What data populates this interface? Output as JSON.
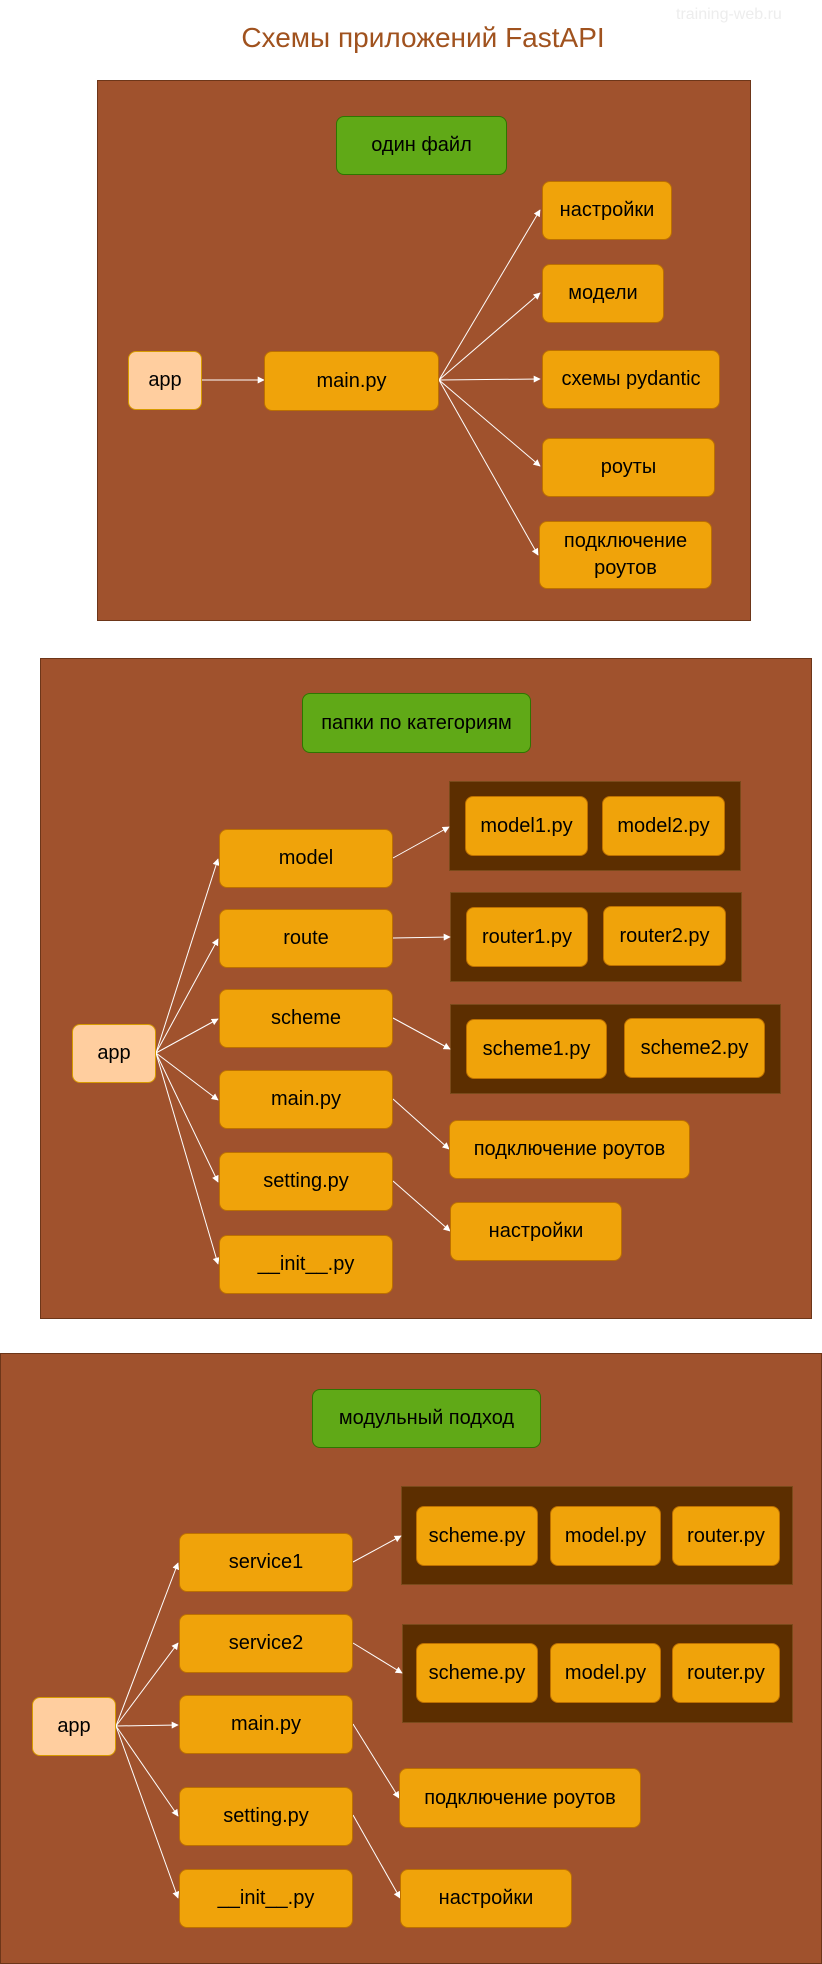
{
  "title": "Схемы приложений FastAPI",
  "watermark": "training-web.ru",
  "diagram1": {
    "header": "один файл",
    "app": "app",
    "main": "main.py",
    "items": [
      "настройки",
      "модели",
      "схемы pydantic",
      "роуты",
      "подключение роутов"
    ]
  },
  "diagram2": {
    "header": "папки по категориям",
    "app": "app",
    "folders": [
      "model",
      "route",
      "scheme",
      "main.py",
      "setting.py",
      "__init__.py"
    ],
    "model_files": [
      "model1.py",
      "model2.py"
    ],
    "route_files": [
      "router1.py",
      "router2.py"
    ],
    "scheme_files": [
      "scheme1.py",
      "scheme2.py"
    ],
    "main_target": "подключение роутов",
    "setting_target": "настройки"
  },
  "diagram3": {
    "header": "модульный подход",
    "app": "app",
    "items": [
      "service1",
      "service2",
      "main.py",
      "setting.py",
      "__init__.py"
    ],
    "service1_files": [
      "scheme.py",
      "model.py",
      "router.py"
    ],
    "service2_files": [
      "scheme.py",
      "model.py",
      "router.py"
    ],
    "main_target": "подключение роутов",
    "setting_target": "настройки"
  }
}
